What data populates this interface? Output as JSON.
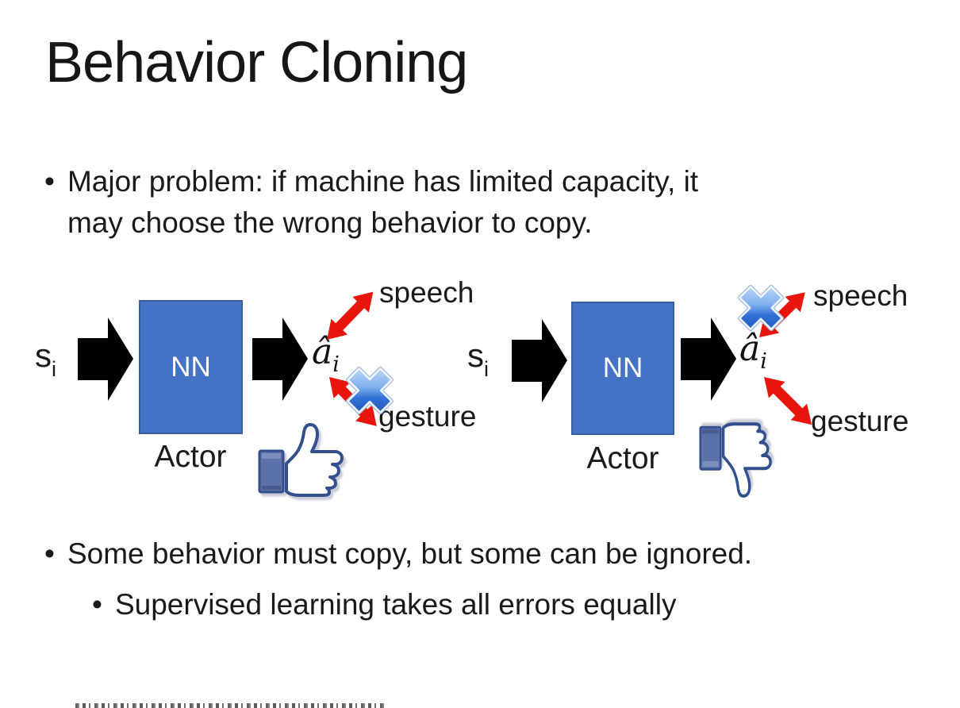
{
  "slide": {
    "title": "Behavior Cloning",
    "bullet_char": "•",
    "problem_bullet": {
      "line1": "Major problem: if machine has limited capacity, it",
      "line2": "may choose the wrong behavior to copy."
    },
    "conclusion_bullet": "Some behavior must copy, but some can be ignored.",
    "sub_bullet": "Supervised learning takes all errors equally"
  },
  "diagram": {
    "input_label": "s",
    "input_subscript": "i",
    "nn_label": "NN",
    "actor_label": "Actor",
    "output_label": "â",
    "output_subscript": "i",
    "speech_label": "speech",
    "gesture_label": "gesture"
  },
  "colors": {
    "nn_box_fill": "#4472C4",
    "nn_box_border": "#3A5F9F",
    "flow_arrow": "#000000",
    "relation_arrow": "#E8150D",
    "cross_icon_blue": "#2F6FD6",
    "thumb_outline": "#31508E",
    "thumb_sleeve": "#5D71A9",
    "text_color": "#1A1A1A"
  }
}
